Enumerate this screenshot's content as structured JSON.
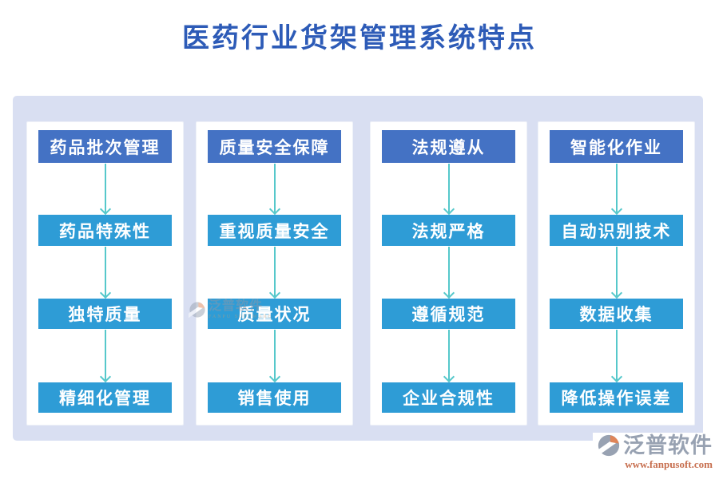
{
  "page": {
    "title": "医药行业货架管理系统特点"
  },
  "columns": [
    {
      "header": "药品批次管理",
      "steps": [
        "药品特殊性",
        "独特质量",
        "精细化管理"
      ]
    },
    {
      "header": "质量安全保障",
      "steps": [
        "重视质量安全",
        "质量状况",
        "销售使用"
      ]
    },
    {
      "header": "法规遵从",
      "steps": [
        "法规严格",
        "遵循规范",
        "企业合规性"
      ]
    },
    {
      "header": "智能化作业",
      "steps": [
        "自动识别技术",
        "数据收集",
        "降低操作误差"
      ]
    }
  ],
  "branding": {
    "logo_text": "泛普软件",
    "logo_url": "www.fanpusoft.com",
    "watermark_text": "泛普软件",
    "watermark_subtext": "FANPU SOFTWARE"
  },
  "colors": {
    "title_blue": "#2d5bb7",
    "header_box_blue": "#4472c4",
    "step_box_blue": "#2e9cd6",
    "arrow_teal": "#56c8cb",
    "canvas_lavender": "#d9dff2",
    "panel_white": "#ffffff",
    "logo_gray": "#98a2b2",
    "logo_orange": "#df8559",
    "url_orange": "#c76f4f"
  }
}
